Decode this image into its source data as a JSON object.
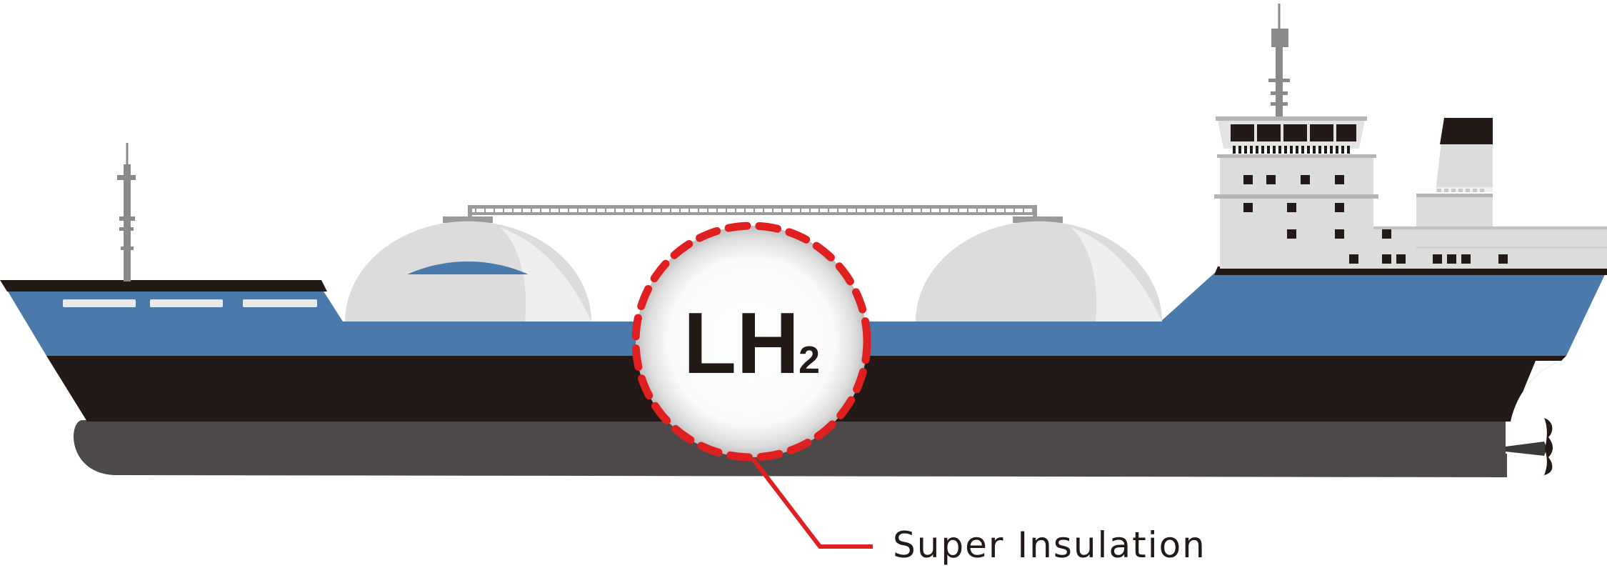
{
  "tank": {
    "label_main": "LH",
    "label_sub": "2"
  },
  "callout": {
    "label": "Super Insulation"
  },
  "colors": {
    "hull_blue": "#4a7aab",
    "hull_black": "#231916",
    "hull_gray": "#4c4948",
    "superstructure": "#dcdcdc",
    "mast": "#8a8a8a",
    "insulation_red": "#e02020"
  },
  "icons": [
    "lng-tank-dome-icon",
    "ship-mast-icon",
    "funnel-icon",
    "propeller-icon",
    "rudder-icon"
  ]
}
